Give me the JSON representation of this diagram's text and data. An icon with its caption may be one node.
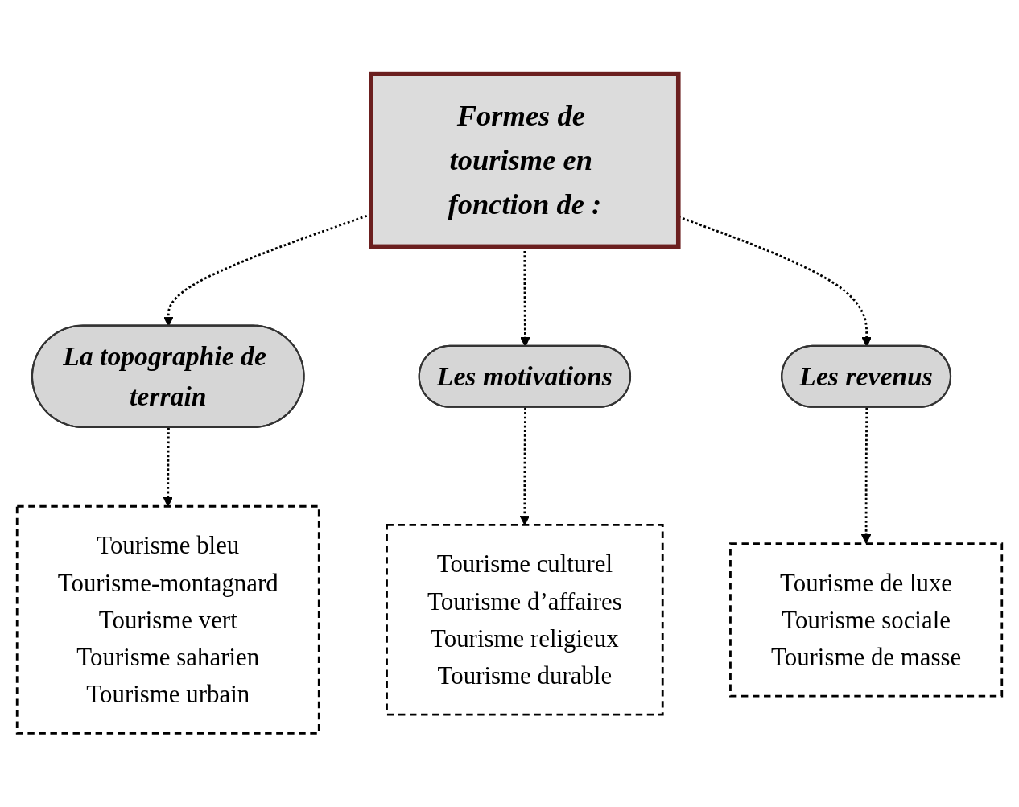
{
  "diagram": {
    "nodes": [
      {
        "text": [
          "Formes de tourisme en fonction de :"
        ]
      },
      {
        "text": [
          "La topographie de terrain"
        ]
      },
      {
        "text": [
          "Les motivations"
        ]
      },
      {
        "text": [
          "Les revenus"
        ]
      },
      {
        "text": [
          "Tourisme bleu",
          "Tourisme-montagnard",
          "Tourisme vert",
          "Tourisme saharien",
          "Tourisme urbain"
        ]
      },
      {
        "text": [
          "Tourisme culturel",
          "Tourisme d’affaires",
          "Tourisme religieux",
          "Tourisme durable"
        ]
      },
      {
        "text": [
          "Tourisme de luxe",
          "Tourisme sociale",
          "Tourisme de masse"
        ]
      }
    ],
    "edges": [
      {
        "from": 0,
        "to": 1,
        "arrow": "to",
        "style": "dashed"
      },
      {
        "from": 0,
        "to": 2,
        "arrow": "to",
        "style": "dashed"
      },
      {
        "from": 0,
        "to": 3,
        "arrow": "to",
        "style": "dashed"
      },
      {
        "from": 1,
        "to": 4,
        "arrow": "to",
        "style": "dashed"
      },
      {
        "from": 2,
        "to": 5,
        "arrow": "to",
        "style": "dashed"
      },
      {
        "from": 3,
        "to": 6,
        "arrow": "to",
        "style": "dashed"
      }
    ]
  }
}
